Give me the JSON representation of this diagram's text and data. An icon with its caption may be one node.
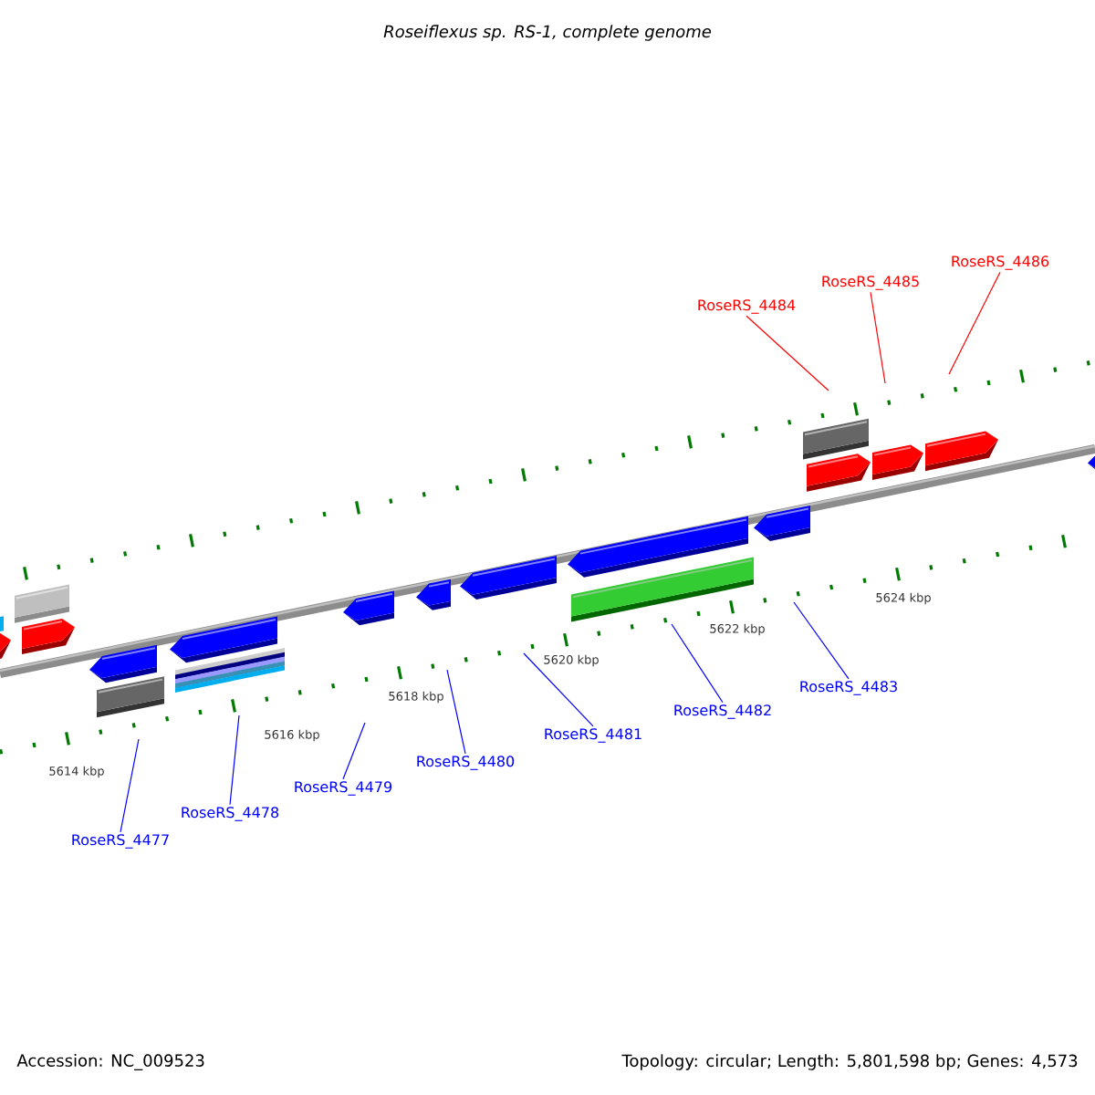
{
  "diagram": {
    "title": "Roseiflexus sp. RS-1, complete genome",
    "nodes": [
      {
        "text": [
          "RoseRS_4477"
        ]
      },
      {
        "text": [
          "RoseRS_4478"
        ]
      },
      {
        "text": [
          "RoseRS_4479"
        ]
      },
      {
        "text": [
          "RoseRS_4480"
        ]
      },
      {
        "text": [
          "RoseRS_4481"
        ]
      },
      {
        "text": [
          "RoseRS_4482"
        ]
      },
      {
        "text": [
          "RoseRS_4483"
        ]
      },
      {
        "text": [
          "RoseRS_4484"
        ]
      },
      {
        "text": [
          "RoseRS_4485"
        ]
      },
      {
        "text": [
          "RoseRS_4486"
        ]
      }
    ],
    "edges": [
      {
        "from": 0,
        "to": null,
        "arrow": "none"
      },
      {
        "from": 1,
        "to": null,
        "arrow": "none"
      },
      {
        "from": 2,
        "to": null,
        "arrow": "none"
      },
      {
        "from": 3,
        "to": null,
        "arrow": "none"
      },
      {
        "from": 4,
        "to": null,
        "arrow": "none"
      },
      {
        "from": 5,
        "to": null,
        "arrow": "none"
      },
      {
        "from": 6,
        "to": null,
        "arrow": "none"
      },
      {
        "from": 7,
        "to": null,
        "arrow": "none",
        "color": "#ff0000"
      },
      {
        "from": 8,
        "to": null,
        "arrow": "none",
        "color": "#ff0000"
      },
      {
        "from": 9,
        "to": null,
        "arrow": "none",
        "color": "#ff0000"
      }
    ],
    "labels": [
      "5614 kbp",
      "5616 kbp",
      "5618 kbp",
      "5620 kbp",
      "5622 kbp",
      "5624 kbp",
      "Accession: NC_009523",
      "Topology: circular; Length: 5,801,598 bp; Genes: 4,573"
    ]
  }
}
